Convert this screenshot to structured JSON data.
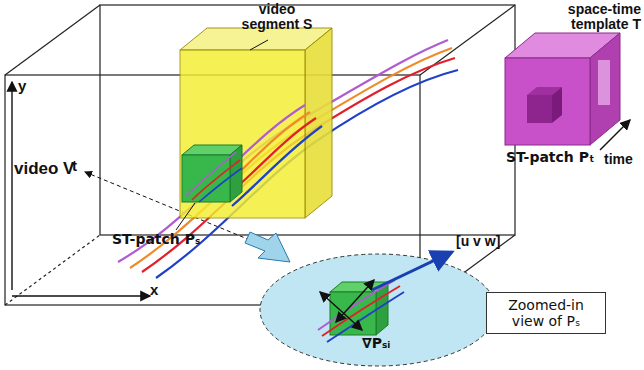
{
  "diagram": {
    "nodes": [
      {
        "text": [
          "Zoomed-in view of Pₛ"
        ]
      }
    ],
    "labels": [
      "video segment S",
      "space-time template T",
      "y",
      "video V",
      "t",
      "x",
      "ST-patch Pₛ",
      "ST-patch Pₜ",
      "time",
      "[u v w]",
      "∇Pₛᵢ"
    ]
  }
}
